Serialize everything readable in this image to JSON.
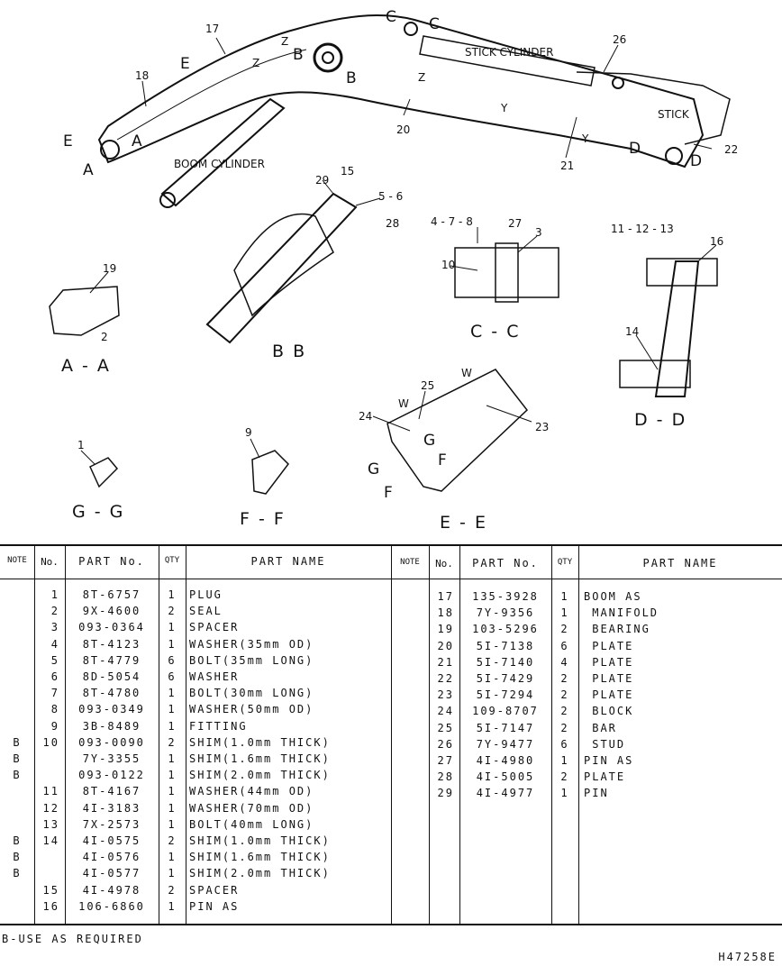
{
  "drawing": {
    "labels": {
      "boom_cylinder": "BOOM CYLINDER",
      "stick_cylinder": "STICK CYLINDER",
      "stick": "STICK",
      "c1": "C",
      "c2": "C",
      "a1": "A",
      "a2": "A",
      "b1": "B",
      "b2": "B",
      "d1": "D",
      "d2": "D",
      "e1": "E",
      "e2": "E",
      "z1": "Z",
      "z2": "Z",
      "z3": "Z",
      "y1": "Y",
      "y2": "Y",
      "n17": "17",
      "n18": "18",
      "n20": "20",
      "n21": "21",
      "n22": "22",
      "n26": "26",
      "n29": "29",
      "n15": "15",
      "n56": "5 - 6",
      "n28": "28",
      "n19": "19",
      "n2": "2",
      "n478": "4 - 7 - 8",
      "n27": "27",
      "n3": "3",
      "n10": "10",
      "n111213": "11 - 12 - 13",
      "n16": "16",
      "n14": "14",
      "n1": "1",
      "n9": "9",
      "w1": "W",
      "w2": "W",
      "n25": "25",
      "n24": "24",
      "n23": "23",
      "g1": "G",
      "g2": "G",
      "f1": "F",
      "f2": "F"
    },
    "sections": {
      "aa": "A - A",
      "bb": "B  B",
      "cc": "C - C",
      "dd": "D - D",
      "gg": "G - G",
      "ff": "F - F",
      "ee": "E - E"
    }
  },
  "table": {
    "headers": {
      "note": "NOTE",
      "no": "No.",
      "part_no": "PART  No.",
      "qty": "QTY",
      "part_name": "PART  NAME"
    },
    "left_rows": [
      {
        "note": "",
        "no": "1",
        "part_no": "8T-6757",
        "qty": "1",
        "name": "PLUG"
      },
      {
        "note": "",
        "no": "2",
        "part_no": "9X-4600",
        "qty": "2",
        "name": "SEAL"
      },
      {
        "note": "",
        "no": "3",
        "part_no": "093-0364",
        "qty": "1",
        "name": "SPACER"
      },
      {
        "note": "",
        "no": "4",
        "part_no": "8T-4123",
        "qty": "1",
        "name": "WASHER(35mm OD)"
      },
      {
        "note": "",
        "no": "5",
        "part_no": "8T-4779",
        "qty": "6",
        "name": "BOLT(35mm LONG)"
      },
      {
        "note": "",
        "no": "6",
        "part_no": "8D-5054",
        "qty": "6",
        "name": "WASHER"
      },
      {
        "note": "",
        "no": "7",
        "part_no": "8T-4780",
        "qty": "1",
        "name": "BOLT(30mm LONG)"
      },
      {
        "note": "",
        "no": "8",
        "part_no": "093-0349",
        "qty": "1",
        "name": "WASHER(50mm OD)"
      },
      {
        "note": "",
        "no": "9",
        "part_no": "3B-8489",
        "qty": "1",
        "name": "FITTING"
      },
      {
        "note": "B",
        "no": "10",
        "part_no": "093-0090",
        "qty": "2",
        "name": "SHIM(1.0mm THICK)"
      },
      {
        "note": "B",
        "no": "",
        "part_no": "7Y-3355",
        "qty": "1",
        "name": "SHIM(1.6mm THICK)"
      },
      {
        "note": "B",
        "no": "",
        "part_no": "093-0122",
        "qty": "1",
        "name": "SHIM(2.0mm THICK)"
      },
      {
        "note": "",
        "no": "11",
        "part_no": "8T-4167",
        "qty": "1",
        "name": "WASHER(44mm OD)"
      },
      {
        "note": "",
        "no": "12",
        "part_no": "4I-3183",
        "qty": "1",
        "name": "WASHER(70mm OD)"
      },
      {
        "note": "",
        "no": "13",
        "part_no": "7X-2573",
        "qty": "1",
        "name": "BOLT(40mm LONG)"
      },
      {
        "note": "B",
        "no": "14",
        "part_no": "4I-0575",
        "qty": "2",
        "name": "SHIM(1.0mm THICK)"
      },
      {
        "note": "B",
        "no": "",
        "part_no": "4I-0576",
        "qty": "1",
        "name": "SHIM(1.6mm THICK)"
      },
      {
        "note": "B",
        "no": "",
        "part_no": "4I-0577",
        "qty": "1",
        "name": "SHIM(2.0mm THICK)"
      },
      {
        "note": "",
        "no": "15",
        "part_no": "4I-4978",
        "qty": "2",
        "name": "SPACER"
      },
      {
        "note": "",
        "no": "16",
        "part_no": "106-6860",
        "qty": "1",
        "name": "PIN AS"
      }
    ],
    "right_rows": [
      {
        "note": "",
        "no": "17",
        "part_no": "135-3928",
        "qty": "1",
        "name": "BOOM AS"
      },
      {
        "note": "",
        "no": "18",
        "part_no": "7Y-9356",
        "qty": "1",
        "name": " MANIFOLD"
      },
      {
        "note": "",
        "no": "19",
        "part_no": "103-5296",
        "qty": "2",
        "name": " BEARING"
      },
      {
        "note": "",
        "no": "20",
        "part_no": "5I-7138",
        "qty": "6",
        "name": " PLATE"
      },
      {
        "note": "",
        "no": "21",
        "part_no": "5I-7140",
        "qty": "4",
        "name": " PLATE"
      },
      {
        "note": "",
        "no": "22",
        "part_no": "5I-7429",
        "qty": "2",
        "name": " PLATE"
      },
      {
        "note": "",
        "no": "23",
        "part_no": "5I-7294",
        "qty": "2",
        "name": " PLATE"
      },
      {
        "note": "",
        "no": "24",
        "part_no": "109-8707",
        "qty": "2",
        "name": " BLOCK"
      },
      {
        "note": "",
        "no": "25",
        "part_no": "5I-7147",
        "qty": "2",
        "name": " BAR"
      },
      {
        "note": "",
        "no": "26",
        "part_no": "7Y-9477",
        "qty": "6",
        "name": " STUD"
      },
      {
        "note": "",
        "no": "27",
        "part_no": "4I-4980",
        "qty": "1",
        "name": "PIN AS"
      },
      {
        "note": "",
        "no": "28",
        "part_no": "4I-5005",
        "qty": "2",
        "name": "PLATE"
      },
      {
        "note": "",
        "no": "29",
        "part_no": "4I-4977",
        "qty": "1",
        "name": "PIN"
      }
    ]
  },
  "footer": {
    "note": "B-USE AS REQUIRED",
    "code": "H47258E"
  }
}
